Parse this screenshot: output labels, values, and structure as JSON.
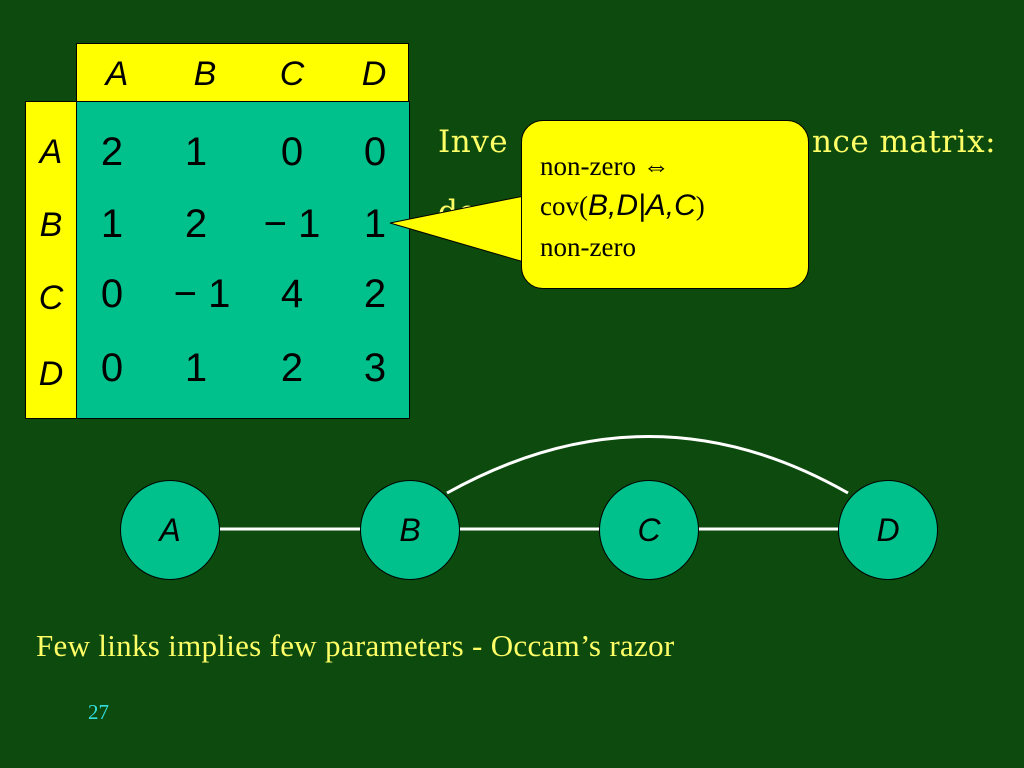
{
  "matrix": {
    "col_headers": [
      "A",
      "B",
      "C",
      "D"
    ],
    "row_headers": [
      "A",
      "B",
      "C",
      "D"
    ],
    "rows": [
      [
        "2",
        "1",
        "0",
        "0"
      ],
      [
        "1",
        "2",
        "− 1",
        "1"
      ],
      [
        "0",
        "− 1",
        "4",
        "2"
      ],
      [
        "0",
        "1",
        "2",
        "3"
      ]
    ]
  },
  "background_text": {
    "line1_left": "Inve",
    "line1_right": "nce matrix:",
    "line2_left": "depe"
  },
  "callout": {
    "line1": "non-zero ⇔",
    "line2_prefix": "cov(",
    "line2_vars": "B,D|A,C",
    "line2_suffix": ")",
    "line3": "non-zero"
  },
  "graph": {
    "nodes": [
      "A",
      "B",
      "C",
      "D"
    ]
  },
  "caption": "Few links implies few parameters - Occam’s razor",
  "page_number": "27",
  "colors": {
    "background": "#0d4a0d",
    "header_fill": "#ffff00",
    "cell_fill": "#00c08c",
    "text_yellow": "#ffff66",
    "page_number": "#33dddd"
  }
}
